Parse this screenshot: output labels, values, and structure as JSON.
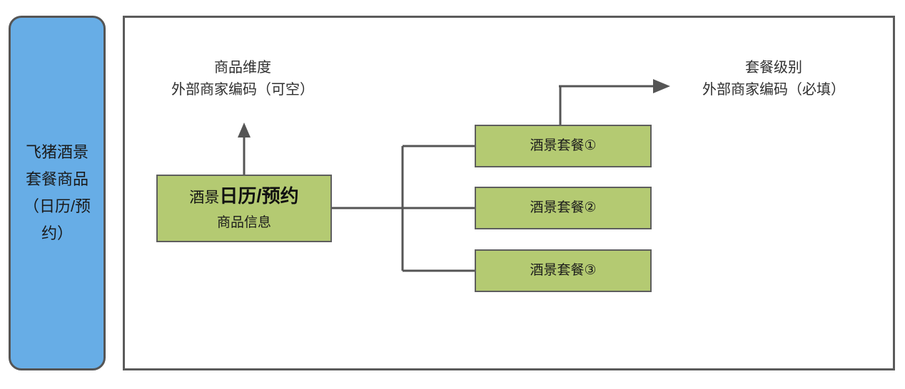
{
  "sidebar": {
    "label": "飞猪酒景套餐商品（日历/预约）",
    "color": "#67ADE6"
  },
  "diagram": {
    "frame_color": "#5b5b5b",
    "node_fill": "#B4CA72",
    "line_color": "#555555",
    "main_node": {
      "title_prefix": "酒景",
      "title_emphasis": "日历/预约",
      "subtitle": "商品信息"
    },
    "package_nodes": [
      {
        "label": "酒景套餐①"
      },
      {
        "label": "酒景套餐②"
      },
      {
        "label": "酒景套餐③"
      }
    ],
    "annotations": {
      "left": {
        "line1": "商品维度",
        "line2": "外部商家编码（可空）"
      },
      "right": {
        "line1": "套餐级别",
        "line2": "外部商家编码（必填）"
      }
    }
  }
}
